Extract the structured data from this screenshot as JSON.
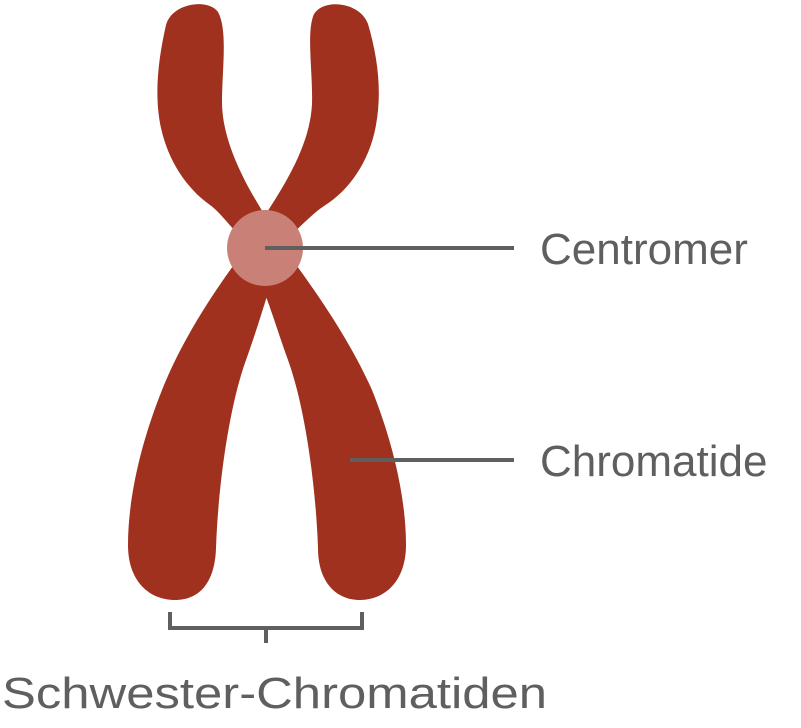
{
  "labels": {
    "centromere": "Centromer",
    "chromatid": "Chromatide",
    "sister_chromatids": "Schwester-Chromatiden"
  },
  "colors": {
    "chromatid": "#a0311f",
    "centromere": "#c98076",
    "leader_line": "#5f5f5f",
    "label_text": "#5f5f5f",
    "background": "#ffffff"
  }
}
